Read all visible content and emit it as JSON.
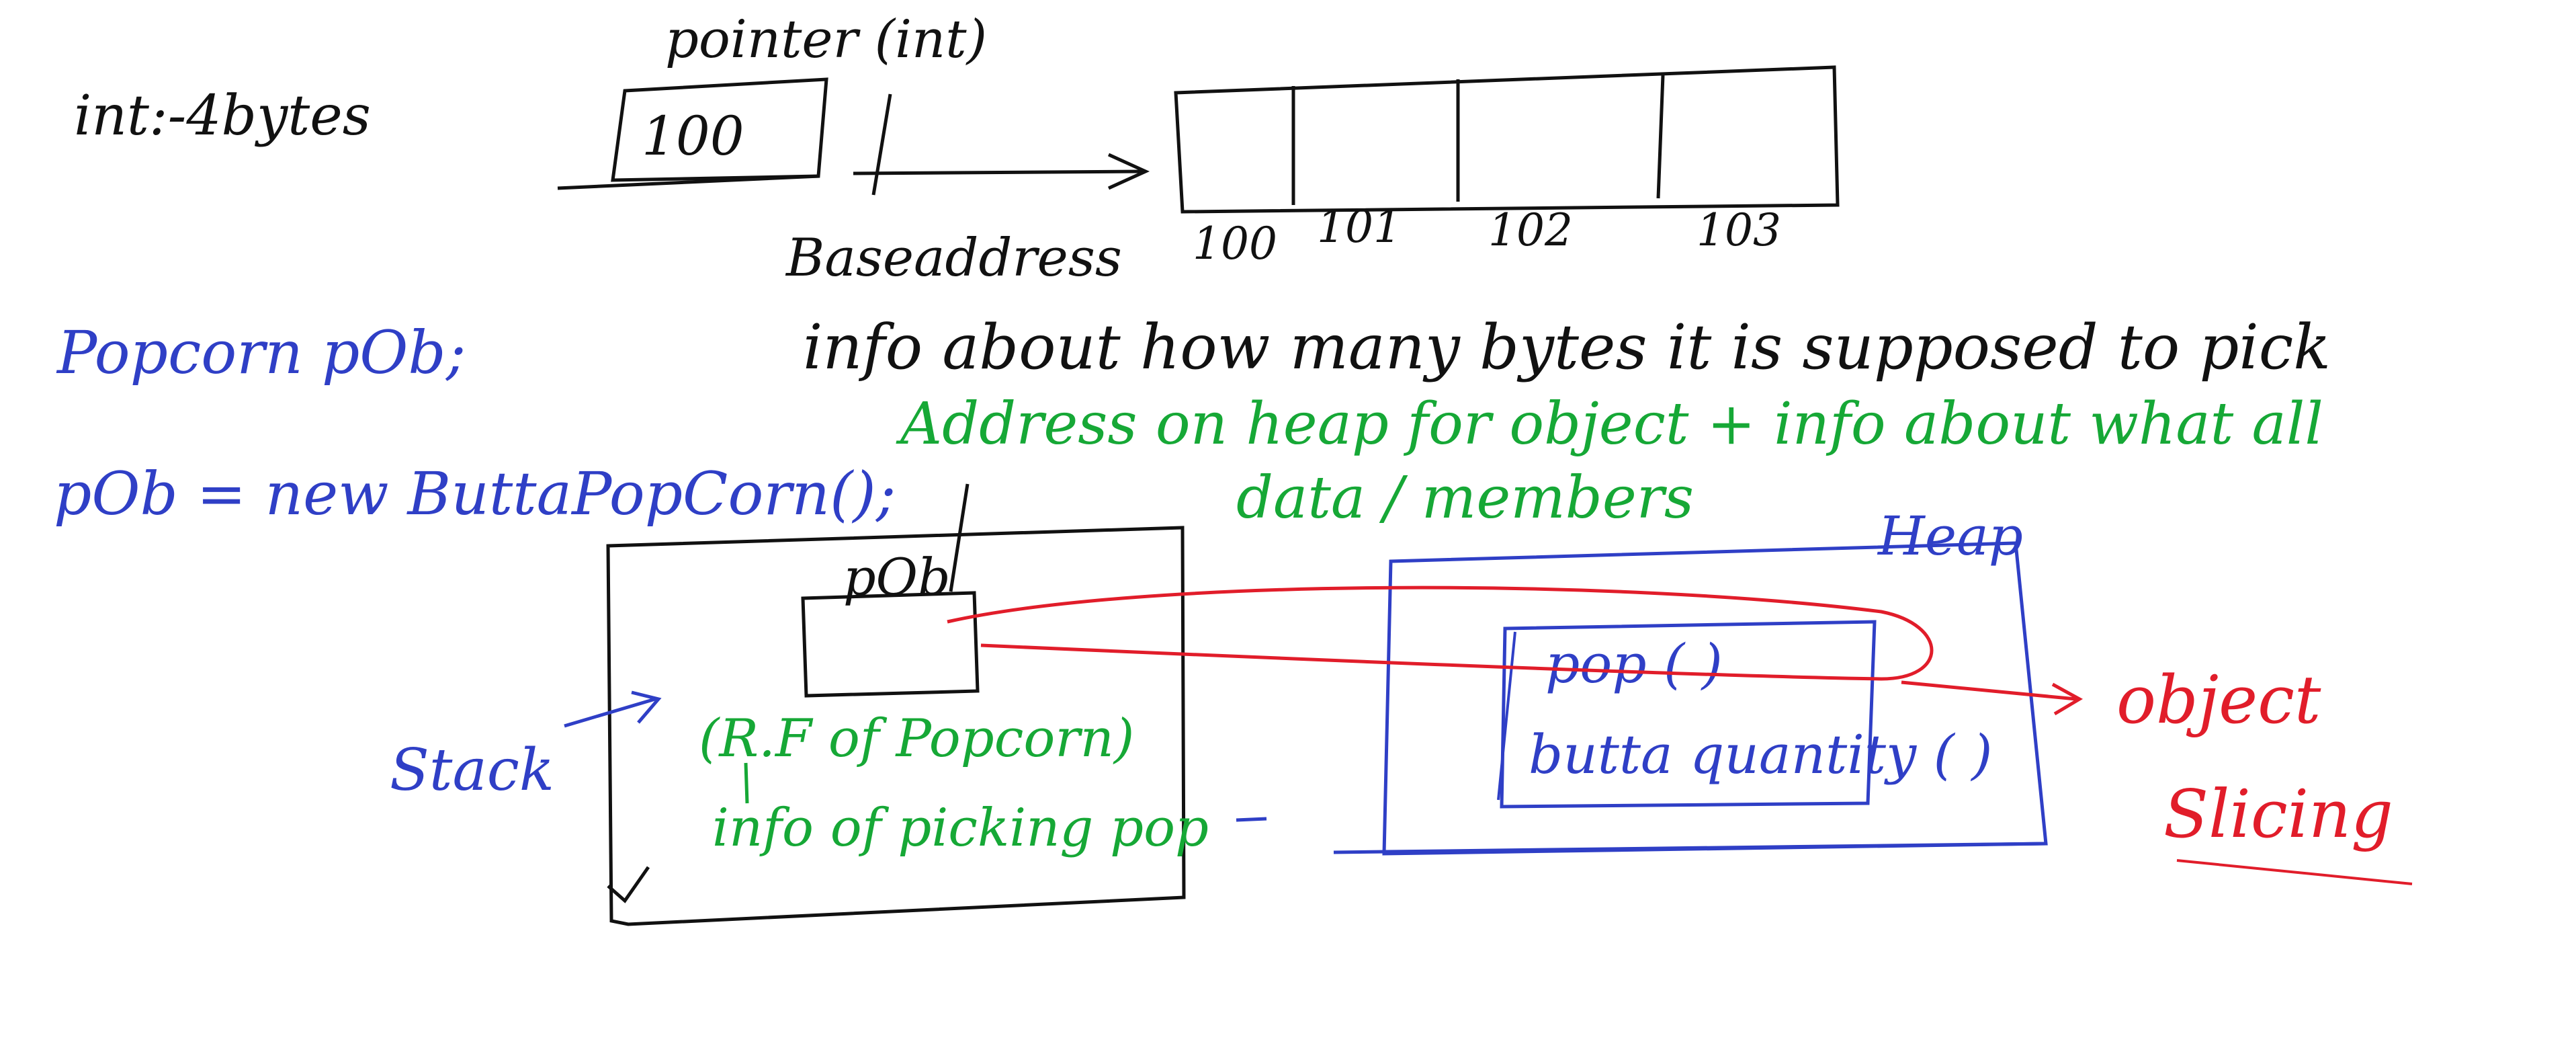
{
  "colors": {
    "ink": "#111111",
    "blue": "#2f3fc6",
    "green": "#16a836",
    "red": "#e11d2a"
  },
  "top": {
    "int_size_note": "int:-4bytes",
    "pointer_label": "pointer (int)",
    "pointer_value": "100",
    "base_address_label": "Baseaddress",
    "cell_addresses": [
      "100",
      "101",
      "102",
      "103"
    ],
    "info_note": "info about how many bytes it is supposed to pick"
  },
  "code": {
    "line1": "Popcorn pOb;",
    "line2": "pOb = new ButtaPopCorn();"
  },
  "heap_note": {
    "line1": "Address on heap for object + info about what all",
    "line2": "data / members"
  },
  "stack": {
    "label": "Stack",
    "ref_name": "pOb",
    "ref_type_note": "(R.F of Popcorn)",
    "ref_info_note": "info of picking pop"
  },
  "heap": {
    "label": "Heap",
    "method1": "pop ( )",
    "method2": "butta quantity ( )"
  },
  "slicing": {
    "line1": "object",
    "line2": "Slicing"
  }
}
